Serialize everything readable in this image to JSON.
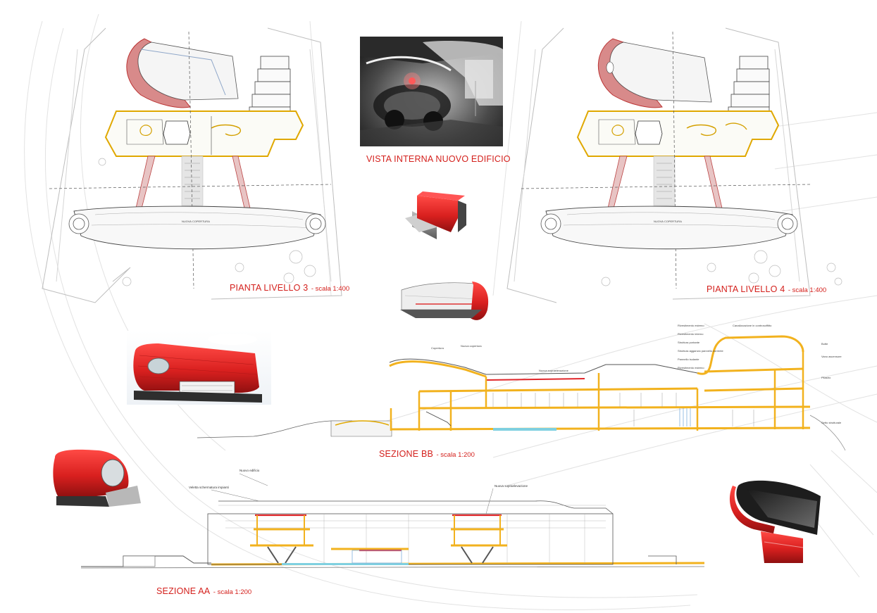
{
  "titles": {
    "vista": "VISTA INTERNA NUOVO EDIFICIO",
    "pianta3_main": "PIANTA LIVELLO 3",
    "pianta3_scale": "- scala 1:400",
    "pianta4_main": "PIANTA LIVELLO 4",
    "pianta4_scale": "- scala 1:400",
    "sezbb_main": "SEZIONE BB",
    "sezbb_scale": "- scala 1:200",
    "sezaa_main": "SEZIONE AA",
    "sezaa_scale": "- scala 1:200"
  },
  "plan_labels": {
    "nuova_copertura": "NUOVA COPERTURA"
  },
  "section_bb_labels": {
    "copertura": "Copertura",
    "nuova_copertura": "Nuova copertura",
    "nuova_sopraelevazione": "Nuova sopraelevazione",
    "rivestimento_esterno": "Rivestimento esterno",
    "rivestimento_interno": "Rivestimento interno",
    "struttura_portante": "Struttura portante",
    "canalizzazione": "Canalizzazione in controsoffitto",
    "struttura_aggancio": "Struttura aggancio pannello corrente",
    "pannello_isolante": "Pannello isolante",
    "rivestimento_esterno2": "Rivestimento esterno",
    "botte": "Botte",
    "vano_ascensore": "Vano ascensore",
    "pilastro": "Pilastro",
    "setto_strutturale": "Setto strutturale"
  },
  "section_aa_labels": {
    "nuovo_edificio": "Nuovo edificio",
    "veletta": "Veletta schermatura impianti",
    "nuova_sopraelevazione": "Nuova sopraelevazione"
  },
  "colors": {
    "accent_red": "#d4201c",
    "building_red": "#e0262a",
    "structure_yellow": "#f2b21e",
    "line_gray": "#9a9a9a",
    "water_cyan": "#7fd0e0"
  }
}
